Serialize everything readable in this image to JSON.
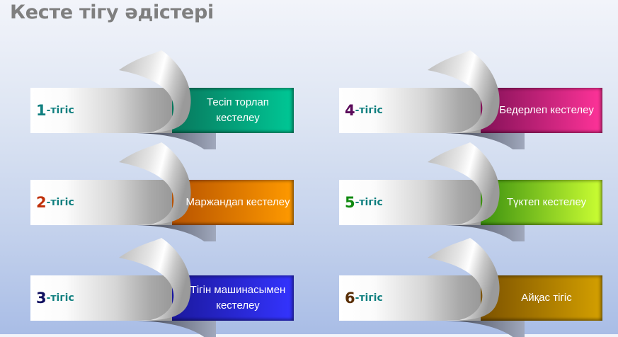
{
  "title": "Кесте тігу әдістері",
  "items": [
    {
      "number": "1",
      "suffix": "-тігіс",
      "description": "Тесіп торлап кестелеу",
      "number_color": "#0f7f7f",
      "bar_dark": "#0a6650",
      "bar_light": "#00c896"
    },
    {
      "number": "2",
      "suffix": "-тігіс",
      "description": "Маржандап кестелеу",
      "number_color": "#c0310a",
      "bar_dark": "#a84400",
      "bar_light": "#ff9a00"
    },
    {
      "number": "3",
      "suffix": "-тігіс",
      "description": "Тігін машинасымен кестелеу",
      "number_color": "#101060",
      "bar_dark": "#16138a",
      "bar_light": "#3434ff"
    },
    {
      "number": "4",
      "suffix": "-тігіс",
      "description": "Бедерлеп кестелеу",
      "number_color": "#5a0a5a",
      "bar_dark": "#6a0a4a",
      "bar_light": "#ff3399"
    },
    {
      "number": "5",
      "suffix": "-тігіс",
      "description": "Түктеп кестелеу",
      "number_color": "#108a10",
      "bar_dark": "#1e7a08",
      "bar_light": "#ccff33"
    },
    {
      "number": "6",
      "suffix": "-тігіс",
      "description": "Айқас тігіс",
      "number_color": "#5a3008",
      "bar_dark": "#6a4200",
      "bar_light": "#d4a000"
    }
  ]
}
